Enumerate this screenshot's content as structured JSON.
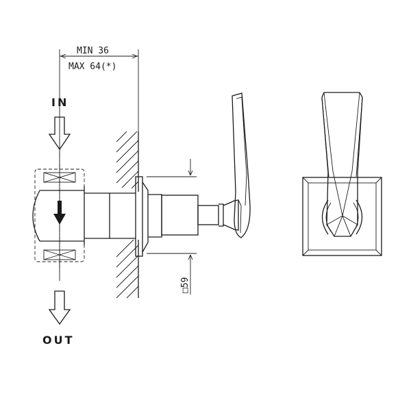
{
  "dimensions": {
    "depth_min": "MIN 36",
    "depth_max": "MAX 64(*)",
    "plate_size": "□59"
  },
  "flow": {
    "inlet": "IN",
    "outlet": "OUT"
  }
}
